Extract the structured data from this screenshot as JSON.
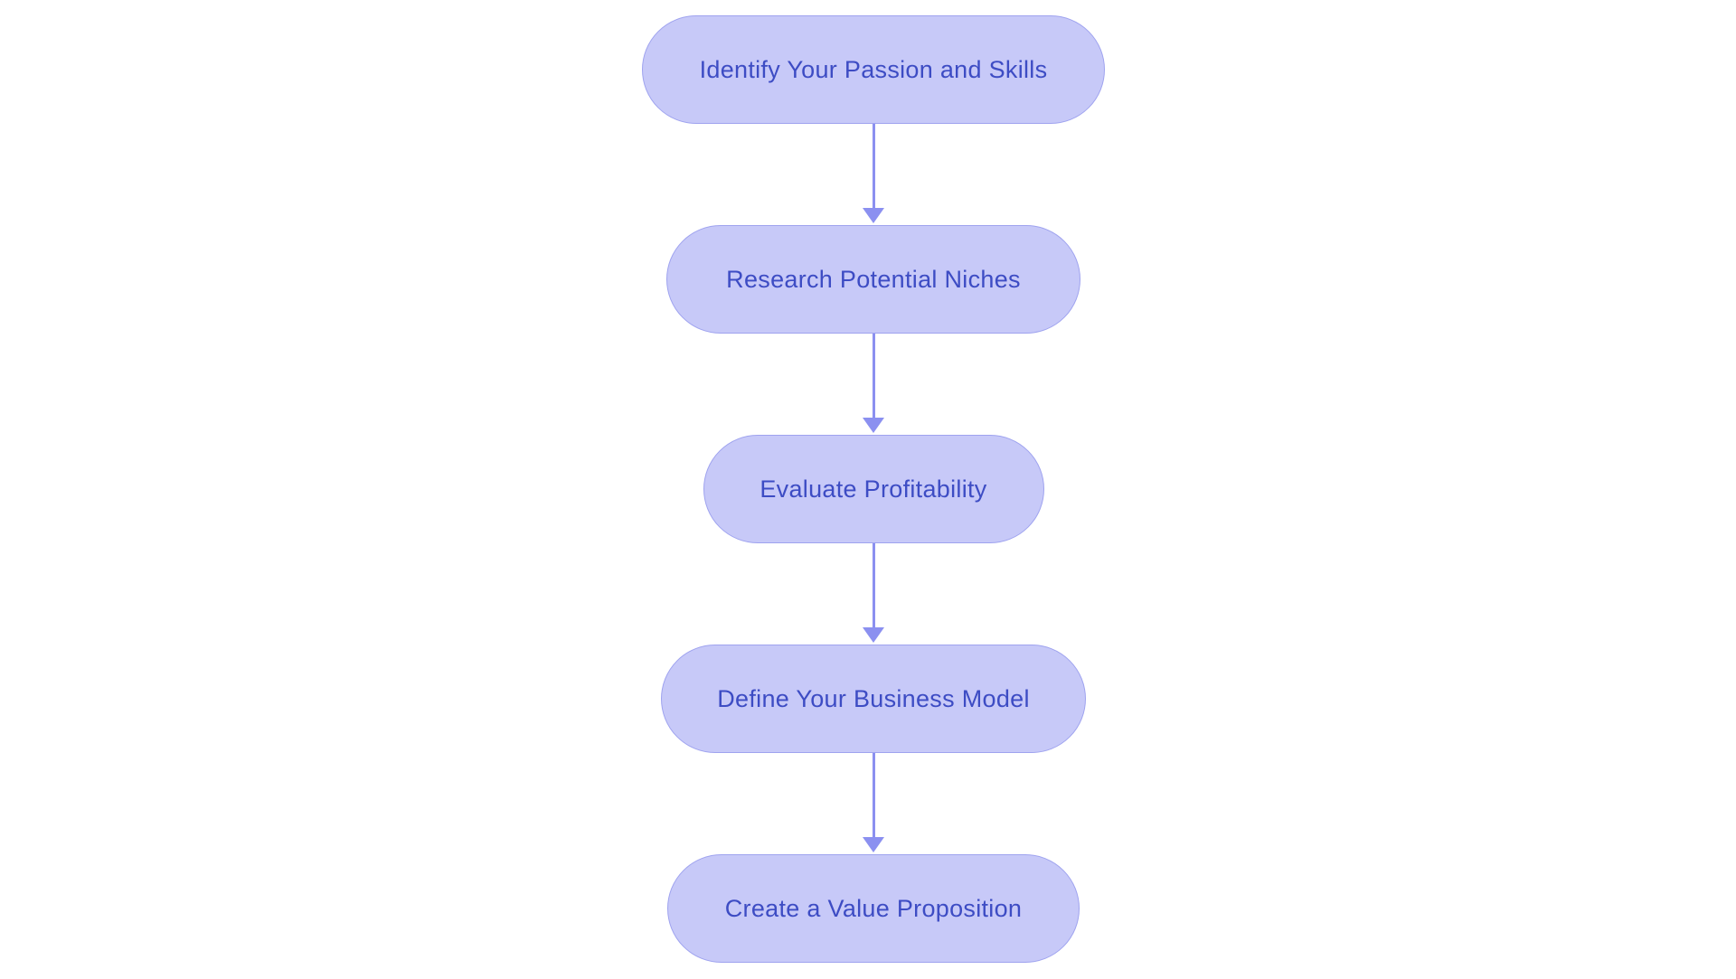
{
  "flowchart": {
    "title": "",
    "nodes": [
      {
        "label": "Identify Your Passion and Skills"
      },
      {
        "label": "Research Potential Niches"
      },
      {
        "label": "Evaluate Profitability"
      },
      {
        "label": "Define Your Business Model"
      },
      {
        "label": "Create a Value Proposition"
      }
    ],
    "connectors": [
      {
        "from": 0,
        "to": 1,
        "type": "arrow-down"
      },
      {
        "from": 1,
        "to": 2,
        "type": "arrow-down"
      },
      {
        "from": 2,
        "to": 3,
        "type": "arrow-down"
      },
      {
        "from": 3,
        "to": 4,
        "type": "arrow-down"
      }
    ],
    "colors": {
      "node_fill": "#c7c9f8",
      "node_border": "#9fa3ef",
      "node_text": "#3d4cc4",
      "arrow": "#8b90f0",
      "background": "#ffffff"
    }
  }
}
